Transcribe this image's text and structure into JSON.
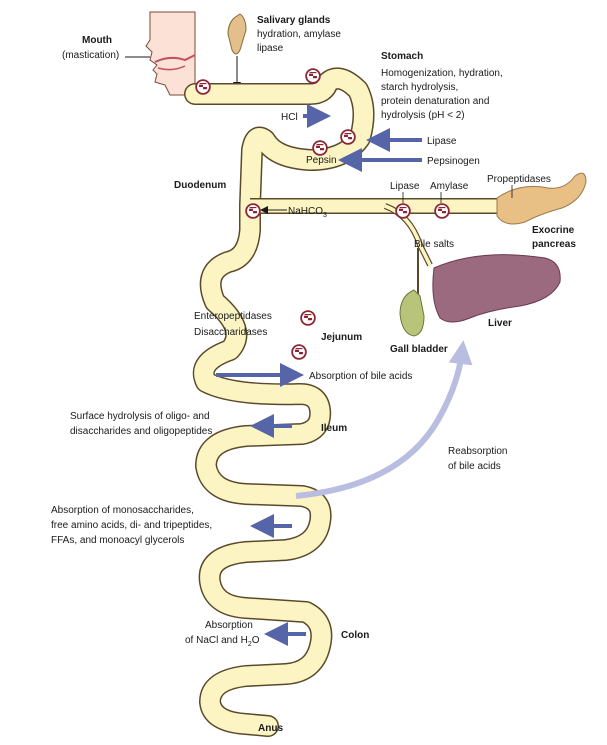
{
  "colors": {
    "tract_fill": "#fcf5c3",
    "tract_stroke": "#5a4a2a",
    "arrow_blue": "#5565a8",
    "reabsorption_arrow": "#b9bde0",
    "liver": "#9b6a7f",
    "pancreas": "#e8bf85",
    "gland": "#e3c08b",
    "gall_bladder": "#b7c47a",
    "enzyme_marker": "#8b2635"
  },
  "icons": [
    "head-profile-icon",
    "salivary-gland-icon",
    "enzyme-marker-icon",
    "liver-icon",
    "gall-bladder-icon",
    "pancreas-icon"
  ],
  "labels": {
    "mouth": "Mouth",
    "mastication": "(mastication)",
    "salivary_glands": "Salivary glands",
    "salivary_line2": "hydration, amylase",
    "salivary_line3": "lipase",
    "stomach": "Stomach",
    "stomach_line1": "Homogenization, hydration,",
    "stomach_line2": "starch hydrolysis,",
    "stomach_line3": "protein denaturation and",
    "stomach_line4": "hydrolysis (pH < 2)",
    "hcl": "HCl",
    "lipase_stomach": "Lipase",
    "pepsin": "Pepsin",
    "pepsinogen": "Pepsinogen",
    "duodenum": "Duodenum",
    "nahco3": "NaHCO",
    "nahco3_sub": "3",
    "lipase_pancreas": "Lipase",
    "amylase": "Amylase",
    "propeptidases": "Propeptidases",
    "exocrine": "Exocrine",
    "pancreas": "pancreas",
    "bile_salts": "Bile salts",
    "liver": "Liver",
    "gall_bladder": "Gall bladder",
    "enteropeptidases": "Enteropeptidases",
    "disaccharidases": "Disaccharidases",
    "jejunum": "Jejunum",
    "absorption_bile": "Absorption of bile acids",
    "surface_line1": "Surface hydrolysis of oligo- and",
    "surface_line2": "disaccharides and oligopeptides",
    "ileum": "Ileum",
    "reabsorption_line1": "Reabsorption",
    "reabsorption_line2": "of bile acids",
    "mono_line1": "Absorption of monosaccharides,",
    "mono_line2": "free amino acids, di- and tripeptides,",
    "mono_line3": "FFAs, and monoacyl glycerols",
    "nacl_line1": "Absorption",
    "nacl_line2a": "of NaCl and H",
    "nacl_line2_sub": "2",
    "nacl_line2b": "O",
    "colon": "Colon",
    "anus": "Anus"
  }
}
